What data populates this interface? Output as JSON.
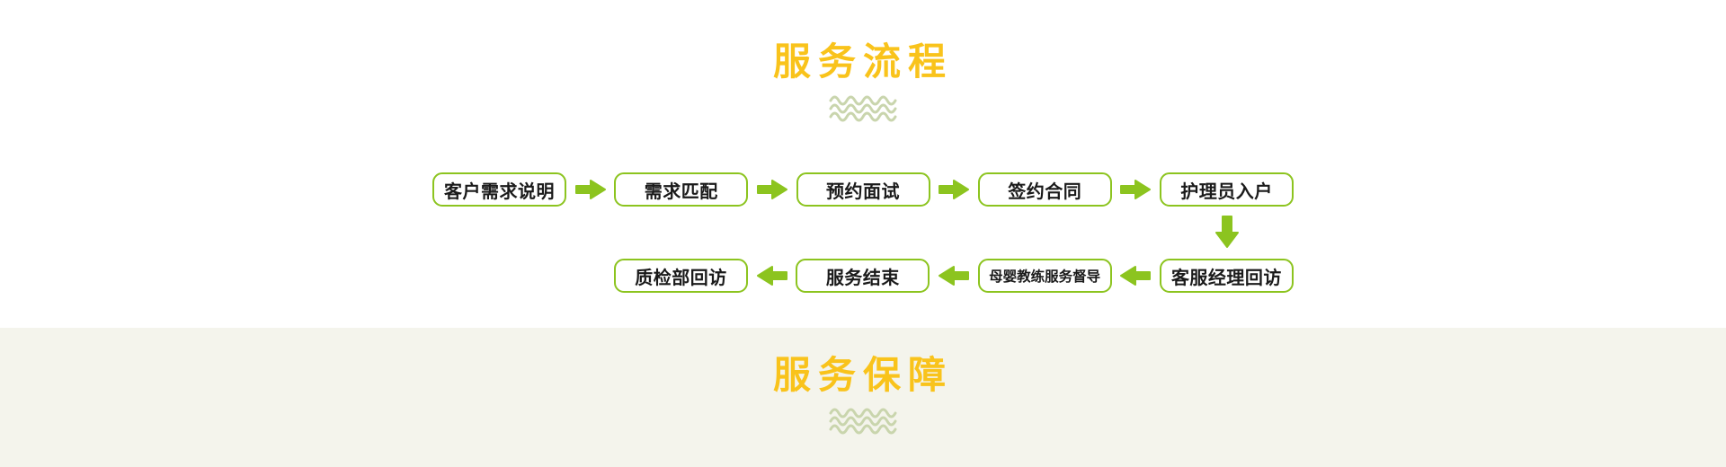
{
  "page": {
    "process_section": {
      "title": "服务流程",
      "steps_row1": [
        {
          "label": "客户需求说明"
        },
        {
          "label": "需求匹配"
        },
        {
          "label": "预约面试"
        },
        {
          "label": "签约合同"
        },
        {
          "label": "护理员入户"
        }
      ],
      "steps_row2": [
        {
          "label": "质检部回访"
        },
        {
          "label": "服务结束"
        },
        {
          "label": "母婴教练服务督导"
        },
        {
          "label": "客服经理回访"
        }
      ]
    },
    "guarantee_section": {
      "title": "服务保障"
    },
    "icons": {
      "forward_connector": "arrow-right-icon",
      "down_connector": "arrow-down-icon",
      "backward_connector": "arrow-left-icon",
      "title_divider": "wave-icon"
    },
    "colors": {
      "accent_green": "#8CC41F",
      "title_gold": "#F9C31B",
      "wave_green": "#C9D5AD",
      "guarantee_section_bg": "#F4F4EC",
      "box_text": "#1a1a1a",
      "box_bg": "#ffffff"
    }
  }
}
